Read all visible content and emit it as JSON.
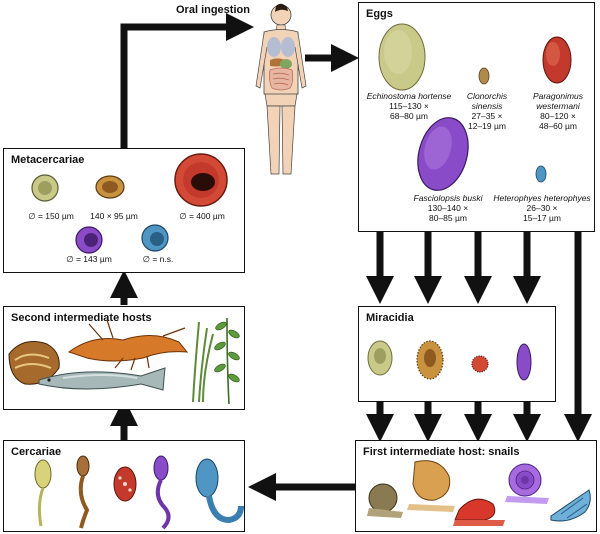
{
  "top": {
    "oral_ingestion": "Oral ingestion"
  },
  "eggs": {
    "title": "Eggs",
    "items": [
      {
        "name": "Echinostoma hortense",
        "size1": "115–130 ×",
        "size2": "68–80 µm"
      },
      {
        "name": "Clonorchis sinensis",
        "size1": "27–35 ×",
        "size2": "12–19 µm"
      },
      {
        "name1": "Paragonimus",
        "name2": "westermani",
        "size1": "80–120 ×",
        "size2": "48–60 µm"
      },
      {
        "name": "Fasciolopsis buski",
        "size1": "130–140 ×",
        "size2": "80–85 µm"
      },
      {
        "name": "Heterophyes heterophyes",
        "size1": "26–30 ×",
        "size2": "15–17 µm"
      }
    ]
  },
  "metacercariae": {
    "title": "Metacercariae",
    "sizes": [
      "∅ = 150 µm",
      "140 × 95 µm",
      "∅ = 400 µm",
      "∅ = 143 µm",
      "∅ = n.s."
    ]
  },
  "second_hosts": {
    "title": "Second intermediate hosts"
  },
  "cercariae": {
    "title": "Cercariae"
  },
  "miracidia": {
    "title": "Miracidia"
  },
  "snails": {
    "title": "First intermediate host: snails"
  }
}
